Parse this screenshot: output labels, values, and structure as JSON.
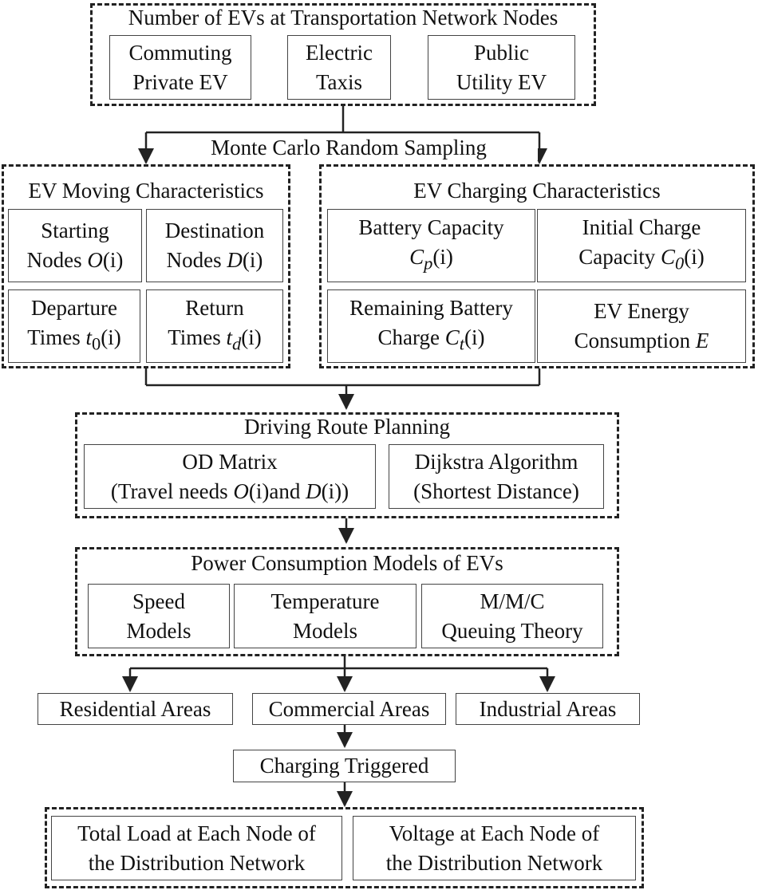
{
  "top": {
    "title": "Number of EVs at Transportation Network Nodes",
    "types": [
      {
        "line1": "Commuting",
        "line2": "Private EV"
      },
      {
        "line1": "Electric",
        "line2": "Taxis"
      },
      {
        "line1": "Public",
        "line2": "Utility EV"
      }
    ]
  },
  "sampling_label": "Monte Carlo Random Sampling",
  "moving": {
    "title": "EV Moving Characteristics",
    "items": [
      {
        "line1": "Starting",
        "line2_text": "Nodes ",
        "line2_var": "O",
        "line2_idx": "(i)"
      },
      {
        "line1": "Destination",
        "line2_text": "Nodes ",
        "line2_var": "D",
        "line2_idx": "(i)"
      },
      {
        "line1": "Departure",
        "line2_text": "Times ",
        "line2_var": "t",
        "line2_sub": "0",
        "line2_idx": "(i)"
      },
      {
        "line1": "Return",
        "line2_text": "Times ",
        "line2_var": "t",
        "line2_sub": "d",
        "line2_idx": "(i)"
      }
    ]
  },
  "charging": {
    "title": "EV Charging Characteristics",
    "items": [
      {
        "line1": "Battery Capacity",
        "line2_text": "",
        "line2_var": "C",
        "line2_sub": "p",
        "line2_idx": "(i)"
      },
      {
        "line1": "Initial Charge",
        "line2_text": "Capacity ",
        "line2_var": "C",
        "line2_sub": "0",
        "line2_idx": "(i)"
      },
      {
        "line1": "Remaining Battery",
        "line2_text": "Charge ",
        "line2_var": "C",
        "line2_sub": "t",
        "line2_idx": "(i)"
      },
      {
        "line1": "EV Energy",
        "line2_text": "Consumption ",
        "line2_var": "E"
      }
    ]
  },
  "route": {
    "title": "Driving Route Planning",
    "od_line1": "OD Matrix",
    "od_line2_a": "(Travel needs ",
    "od_var1": "O",
    "od_idx1": "(i)",
    "od_and": "and ",
    "od_var2": "D",
    "od_idx2": "(i)",
    "od_close": ")",
    "dij_line1": "Dijkstra Algorithm",
    "dij_line2": "(Shortest Distance)"
  },
  "power": {
    "title": "Power Consumption Models of EVs",
    "models": [
      {
        "line1": "Speed",
        "line2": "Models"
      },
      {
        "line1": "Temperature",
        "line2": "Models"
      },
      {
        "line1": "M/M/C",
        "line2": "Queuing Theory"
      }
    ]
  },
  "areas": [
    "Residential Areas",
    "Commercial Areas",
    "Industrial Areas"
  ],
  "trigger": "Charging Triggered",
  "outputs": [
    {
      "line1": "Total Load at Each Node of",
      "line2": "the Distribution Network"
    },
    {
      "line1": "Voltage at Each Node of",
      "line2": "the Distribution Network"
    }
  ]
}
